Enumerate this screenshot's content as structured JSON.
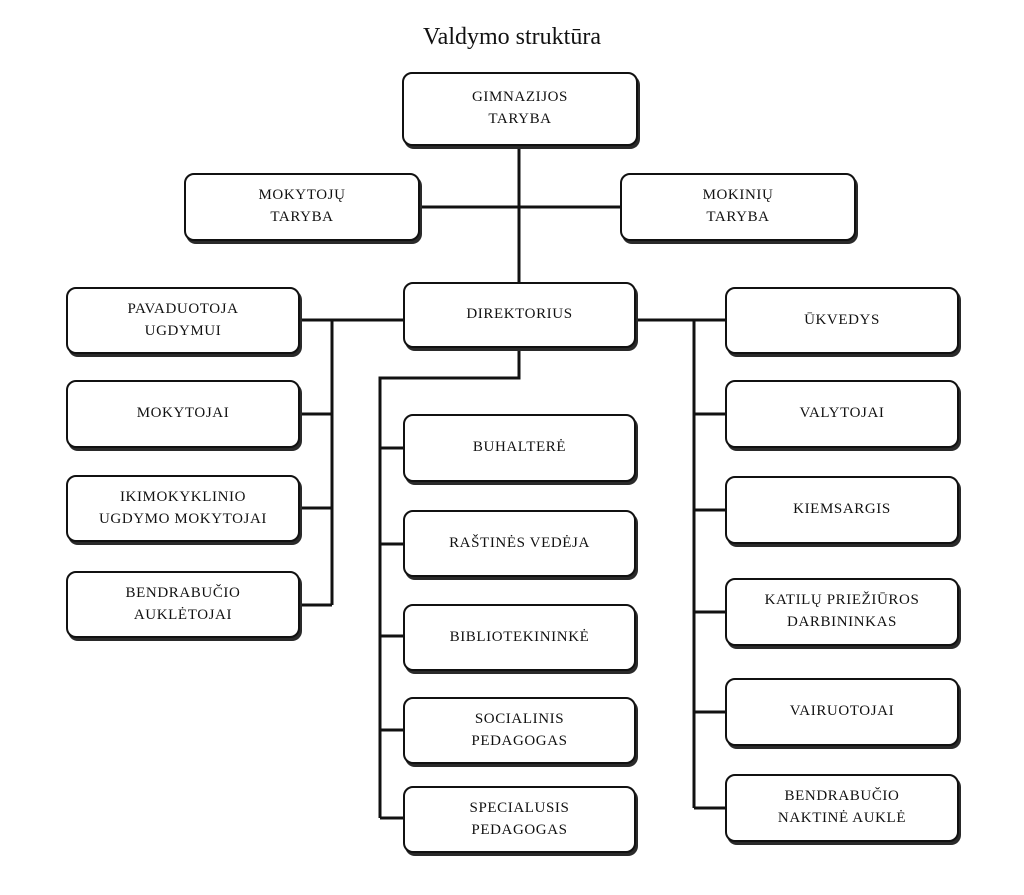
{
  "title": "Valdymo struktūra",
  "nodes": {
    "gimnazijos_taryba": "GIMNAZIJOS\nTARYBA",
    "mokytoju_taryba": "MOKYTOJŲ\nTARYBA",
    "mokiniu_taryba": "MOKINIŲ\nTARYBA",
    "direktorius": "DIREKTORIUS",
    "pavaduotoja": "PAVADUOTOJA\nUGDYMUI",
    "mokytojai": "MOKYTOJAI",
    "ikimokyklinio": "IKIMOKYKLINIO\nUGDYMO MOKYTOJAI",
    "bendrabucio_aukletojai": "BENDRABUČIO\nAUKLĖTOJAI",
    "buhaltere": "BUHALTERĖ",
    "rastines": "RAŠTINĖS VEDĖJA",
    "bibliotekininke": "BIBLIOTEKININKĖ",
    "socialinis": "SOCIALINIS\nPEDAGOGAS",
    "specialusis": "SPECIALUSIS\nPEDAGOGAS",
    "ukvedys": "ŪKVEDYS",
    "valytojai": "VALYTOJAI",
    "kiemsargis": "KIEMSARGIS",
    "katilu": "KATILŲ PRIEŽIŪROS\nDARBININKAS",
    "vairuotojai": "VAIRUOTOJAI",
    "bendrabucio_naktine": "BENDRABUČIO\nNAKTINĖ AUKLĖ"
  }
}
